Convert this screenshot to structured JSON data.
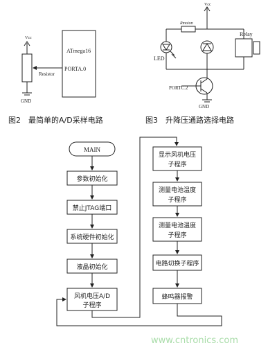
{
  "figure2": {
    "caption": "图2　最简单的A/D采样电路",
    "vcc_label": "Vcc",
    "chip_name": "ATmega16",
    "port_label": "PORTA.0",
    "resistor_label": "Resistor",
    "gnd_label": "GND"
  },
  "figure3": {
    "caption": "图3　升降压通路选择电路",
    "vcc_label": "Vcc",
    "r_label": "Rmoion",
    "relay_label": "Relay",
    "led_label": "LED",
    "port_label": "PORTC.2",
    "gnd_label": "GND"
  },
  "flowchart_left": {
    "start": "MAIN",
    "steps": [
      "参数初始化",
      "禁止JTAG端口",
      "系统硬件初始化",
      "液晶初始化"
    ],
    "adc_line1": "风机电压A/D",
    "adc_line2": "子程序"
  },
  "flowchart_right": {
    "s1_line1": "显示风机电压",
    "s1_line2": "子程序",
    "s2_line1": "测量电池温度",
    "s2_line2": "子程序",
    "s3_line1": "测量电池温度",
    "s3_line2": "子程序",
    "s4": "电路切换子程序",
    "s5": "蜂鸣器报警"
  },
  "watermark": "www.cntronics.com"
}
